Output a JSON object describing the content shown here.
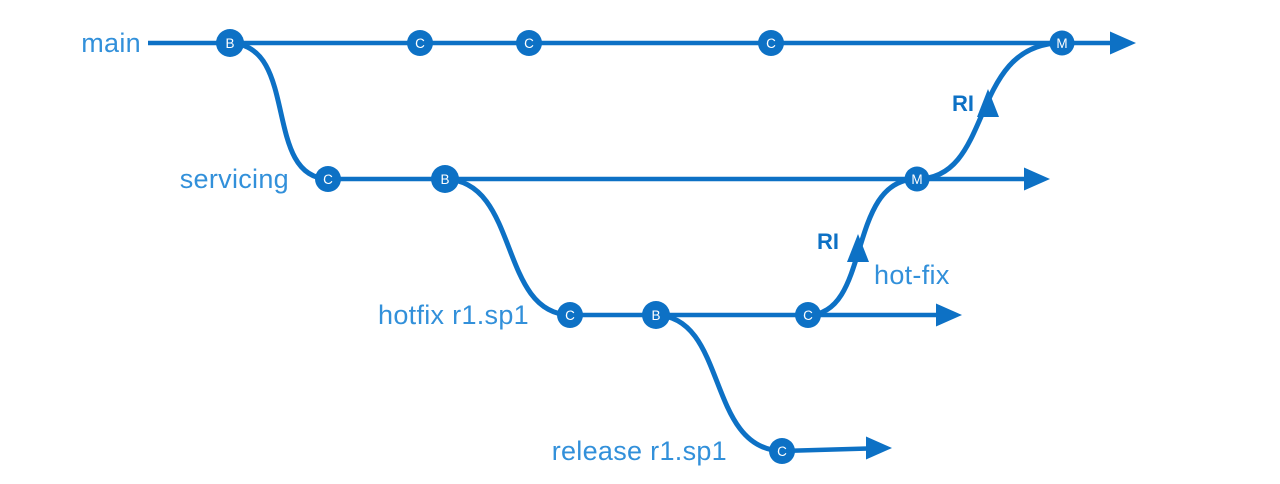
{
  "diagram": {
    "type": "branching-strategy",
    "colors": {
      "line": "#0d71c5",
      "node_fill": "#0d71c5",
      "node_letter": "#ffffff",
      "branch_label": "#3290da",
      "annotation": "#0d71c5"
    },
    "branches": {
      "main": {
        "label": "main",
        "nodes": [
          {
            "letter": "B"
          },
          {
            "letter": "C"
          },
          {
            "letter": "C"
          },
          {
            "letter": "C"
          },
          {
            "letter": "M"
          }
        ]
      },
      "servicing": {
        "label": "servicing",
        "nodes": [
          {
            "letter": "C"
          },
          {
            "letter": "B"
          },
          {
            "letter": "M"
          }
        ]
      },
      "hotfix": {
        "label": "hotfix r1.sp1",
        "nodes": [
          {
            "letter": "C"
          },
          {
            "letter": "B"
          },
          {
            "letter": "C"
          }
        ]
      },
      "release": {
        "label": "release r1.sp1",
        "nodes": [
          {
            "letter": "C"
          }
        ]
      }
    },
    "annotations": {
      "ri_to_main": "RI",
      "ri_to_servicing": "RI",
      "hotfix_merge": "hot-fix"
    }
  }
}
